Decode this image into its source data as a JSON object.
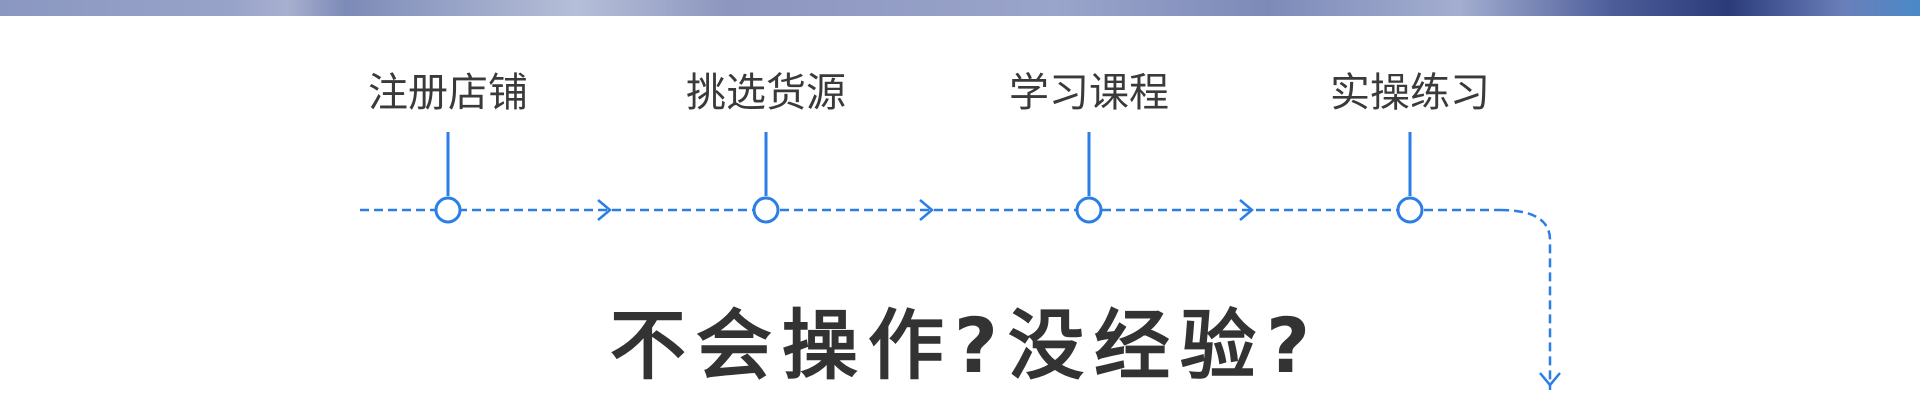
{
  "steps": [
    {
      "label": "注册店铺"
    },
    {
      "label": "挑选货源"
    },
    {
      "label": "学习课程"
    },
    {
      "label": "实操练习"
    }
  ],
  "headline": "不会操作?没经验?",
  "colors": {
    "accent": "#2a7ee6",
    "text": "#3a3a3a",
    "headline": "#333333",
    "background": "#ffffff"
  }
}
